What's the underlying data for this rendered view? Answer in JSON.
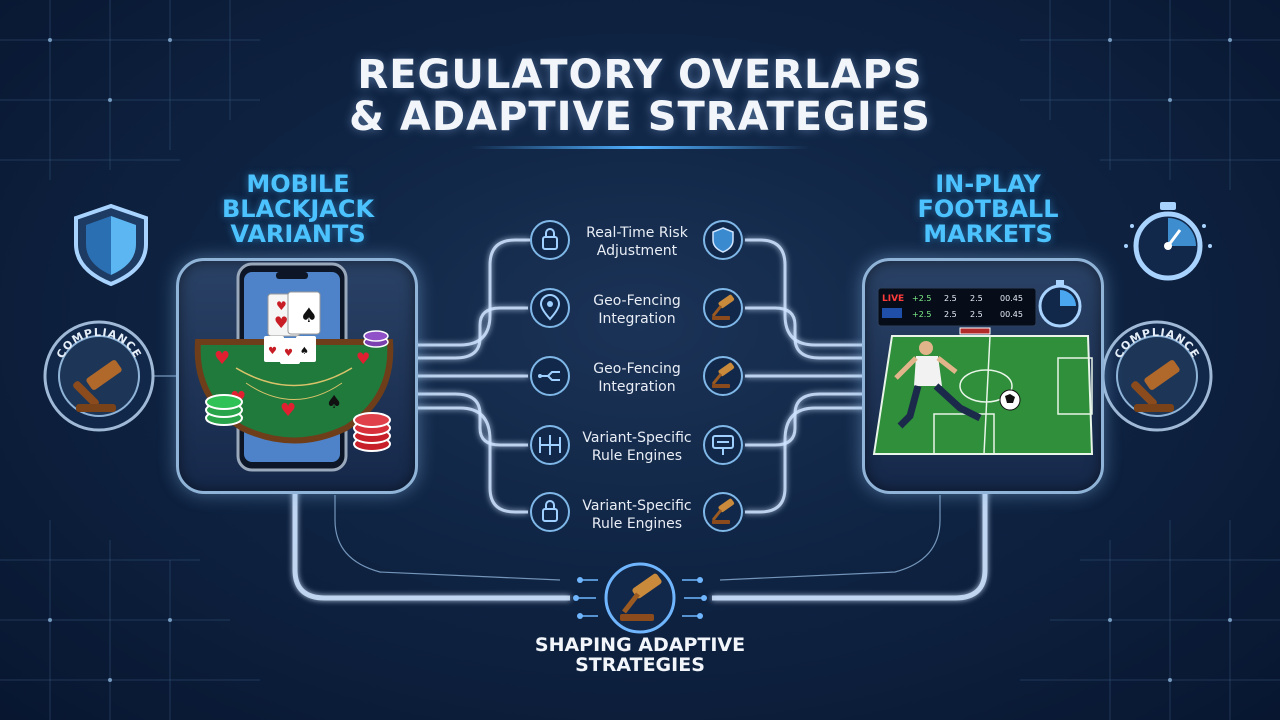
{
  "title": {
    "line1": "REGULATORY OVERLAPS",
    "line2": "& ADAPTIVE STRATEGIES"
  },
  "left": {
    "title_lines": [
      "MOBILE",
      "BLACKJACK",
      "VARIANTS"
    ],
    "badge_label": "COMPLIANCE",
    "icons": [
      "shield-icon",
      "gavel-icon",
      "smartphone-icon",
      "blackjack-table-icon",
      "playing-cards-icon",
      "poker-chips-icon"
    ]
  },
  "right": {
    "title_lines": [
      "IN-PLAY",
      "FOOTBALL",
      "MARKETS"
    ],
    "badge_label": "COMPLIANCE",
    "icons": [
      "stopwatch-icon",
      "gavel-icon",
      "football-pitch-icon",
      "football-player-icon",
      "odds-board-icon"
    ],
    "odds_board": {
      "live_label": "LIVE",
      "rows": [
        [
          "+2.5",
          "2.5",
          "2.5",
          "00.45"
        ],
        [
          "+2.5",
          "2.5",
          "2.5",
          "00.45"
        ]
      ]
    }
  },
  "center_nodes": [
    {
      "label_lines": [
        "Real-Time Risk",
        "Adjustment"
      ],
      "left_icon": "circuit-lock-icon",
      "right_icon": "shield-icon"
    },
    {
      "label_lines": [
        "Geo-Fencing",
        "Integration"
      ],
      "left_icon": "location-pin-icon",
      "right_icon": "gavel-icon"
    },
    {
      "label_lines": [
        "Geo-Fencing",
        "Integration"
      ],
      "left_icon": "circuit-icon",
      "right_icon": "gavel-icon"
    },
    {
      "label_lines": [
        "Variant-Specific",
        "Rule Engines"
      ],
      "left_icon": "circuit-icon",
      "right_icon": "rule-engine-icon"
    },
    {
      "label_lines": [
        "Variant-Specific",
        "Rule Engines"
      ],
      "left_icon": "circuit-lock-icon",
      "right_icon": "gavel-icon"
    }
  ],
  "bottom": {
    "label_lines": [
      "SHAPING ADAPTIVE",
      "STRATEGIES"
    ],
    "icon": "gavel-circuit-icon"
  },
  "colors": {
    "background": "#0f2443",
    "accent_cyan": "#4cc3ff",
    "glow_line": "#cfe4ff",
    "felt_green": "#1f7a3c",
    "pitch_green": "#2f8f3a",
    "gold": "#d9a441"
  }
}
